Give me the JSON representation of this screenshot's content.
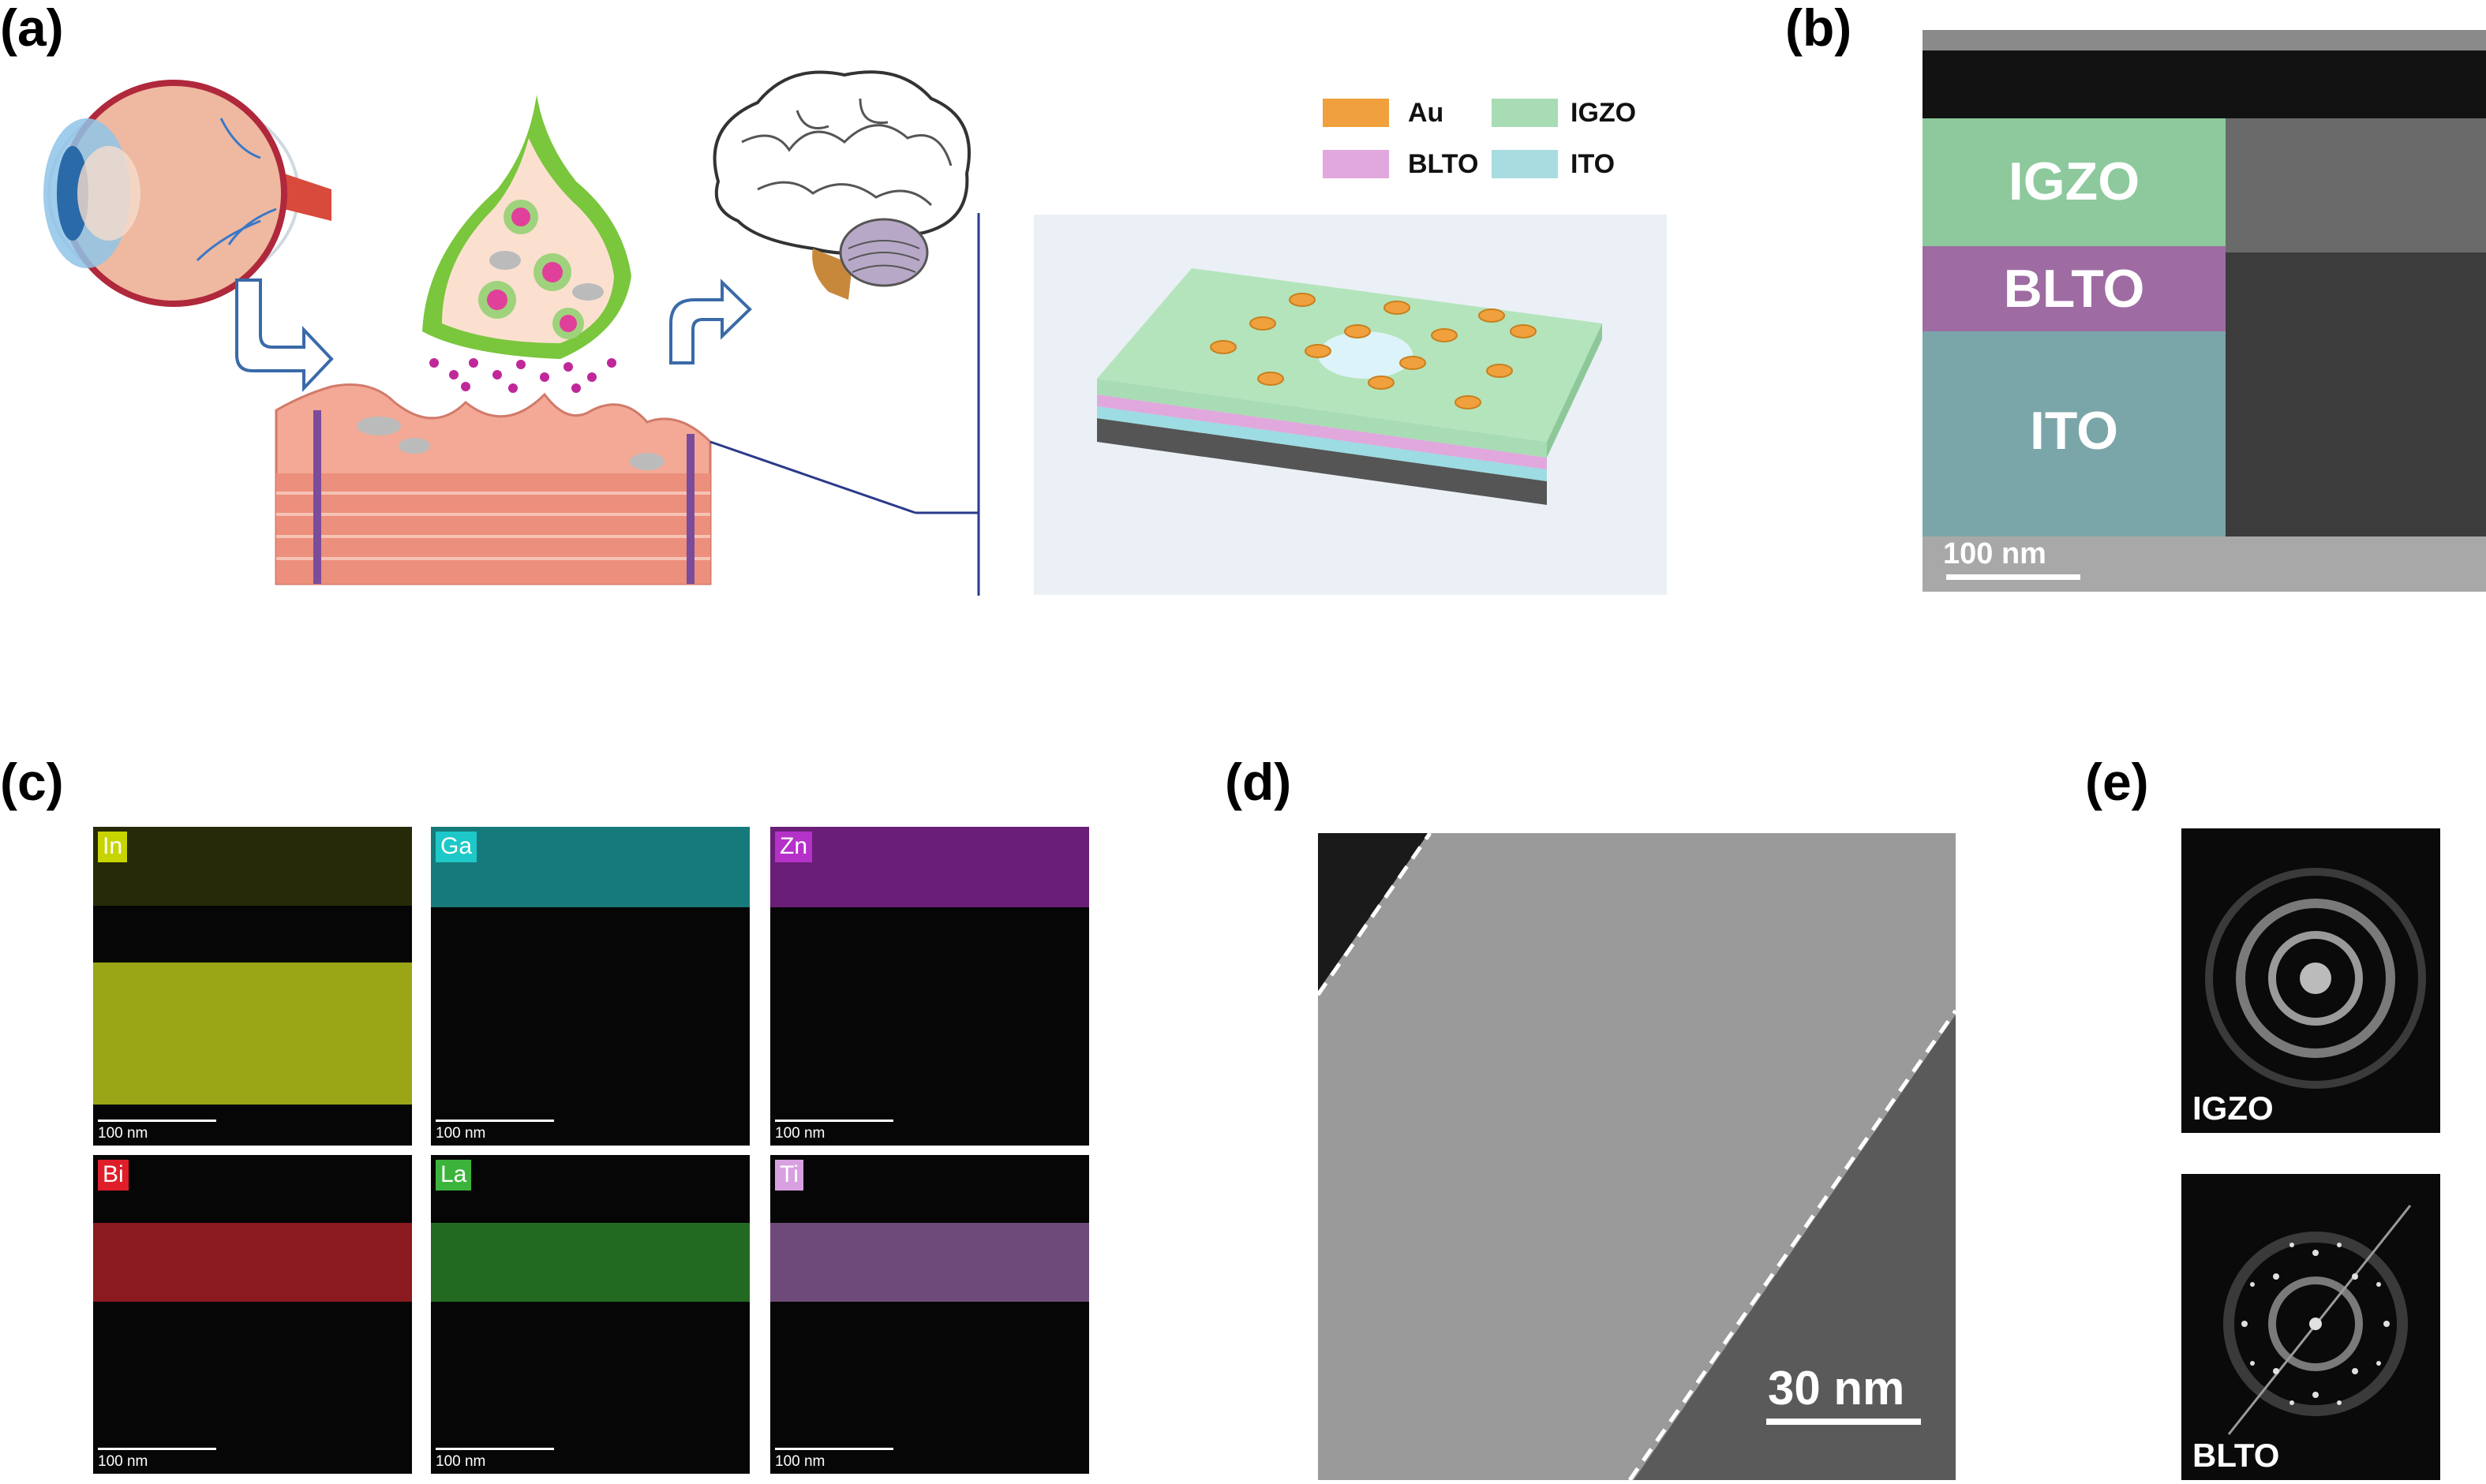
{
  "panels": {
    "a": "(a)",
    "b": "(b)",
    "c": "(c)",
    "d": "(d)",
    "e": "(e)"
  },
  "legend": [
    {
      "label": "Au",
      "color": "#f0a03c"
    },
    {
      "label": "IGZO",
      "color": "#a8dcb4"
    },
    {
      "label": "BLTO",
      "color": "#e0a8dc"
    },
    {
      "label": "ITO",
      "color": "#a8dce0"
    }
  ],
  "tem_cross_section": {
    "layers": [
      "IGZO",
      "BLTO",
      "ITO"
    ],
    "scale_bar": "100 nm"
  },
  "eds_maps": [
    {
      "element": "In",
      "color": "#c8d400",
      "scale_bar": "100 nm"
    },
    {
      "element": "Ga",
      "color": "#1ec8c8",
      "scale_bar": "100 nm"
    },
    {
      "element": "Zn",
      "color": "#b432c8",
      "scale_bar": "100 nm"
    },
    {
      "element": "Bi",
      "color": "#e01e2a",
      "scale_bar": "100 nm"
    },
    {
      "element": "La",
      "color": "#3cb43c",
      "scale_bar": "100 nm"
    },
    {
      "element": "Ti",
      "color": "#d8a0e0",
      "scale_bar": "100 nm"
    }
  ],
  "hrtem": {
    "scale_bar": "30 nm"
  },
  "fft": [
    {
      "label": "IGZO"
    },
    {
      "label": "BLTO"
    }
  ]
}
